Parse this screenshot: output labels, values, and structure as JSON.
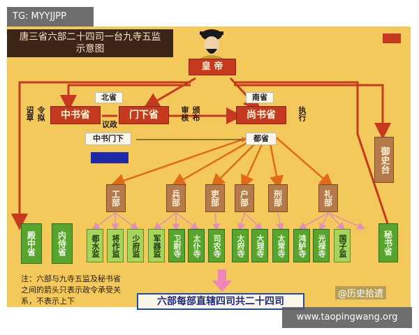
{
  "watermark_tag": "TG: MYYJJPP",
  "watermark_site": "www.taopingwang.org",
  "watermark_author": "@历史拾遗",
  "title_line1": "唐三省六部二十四司一台九寺五监",
  "title_line2": "示意图",
  "emperor": "皇 帝",
  "north_label": "北省",
  "south_label": "南省",
  "zhongshu": "中书省",
  "menxia": "门下省",
  "shangshu": "尚书省",
  "label_zhao_cao": "诏草",
  "label_ling_ni": "令拟",
  "label_yi_zheng": "议政",
  "label_shen_he": "审核",
  "label_ban_bu": "颁布",
  "label_zhi_xing": "执行",
  "zhongshu_menxia": "中书门下",
  "dusheng": "都省",
  "censorate": "御史台",
  "ministries": [
    "工部",
    "兵部",
    "吏部",
    "户部",
    "刑部",
    "礼部"
  ],
  "left_offices": [
    "殿中省",
    "内侍省"
  ],
  "bureaus": [
    "都水监",
    "将作监",
    "少府监",
    "军器监",
    "卫尉寺",
    "太仆寺",
    "司农寺",
    "太府寺",
    "大理寺",
    "太常寺",
    "鸿胪寺",
    "光禄寺",
    "国子监",
    "秘书省"
  ],
  "note_text": "注：六部与九寺五监及秘书省之间的箭头只表示政令承受关系，不表示上下",
  "bottom_box": "六部每部直辖四司共二十四司"
}
